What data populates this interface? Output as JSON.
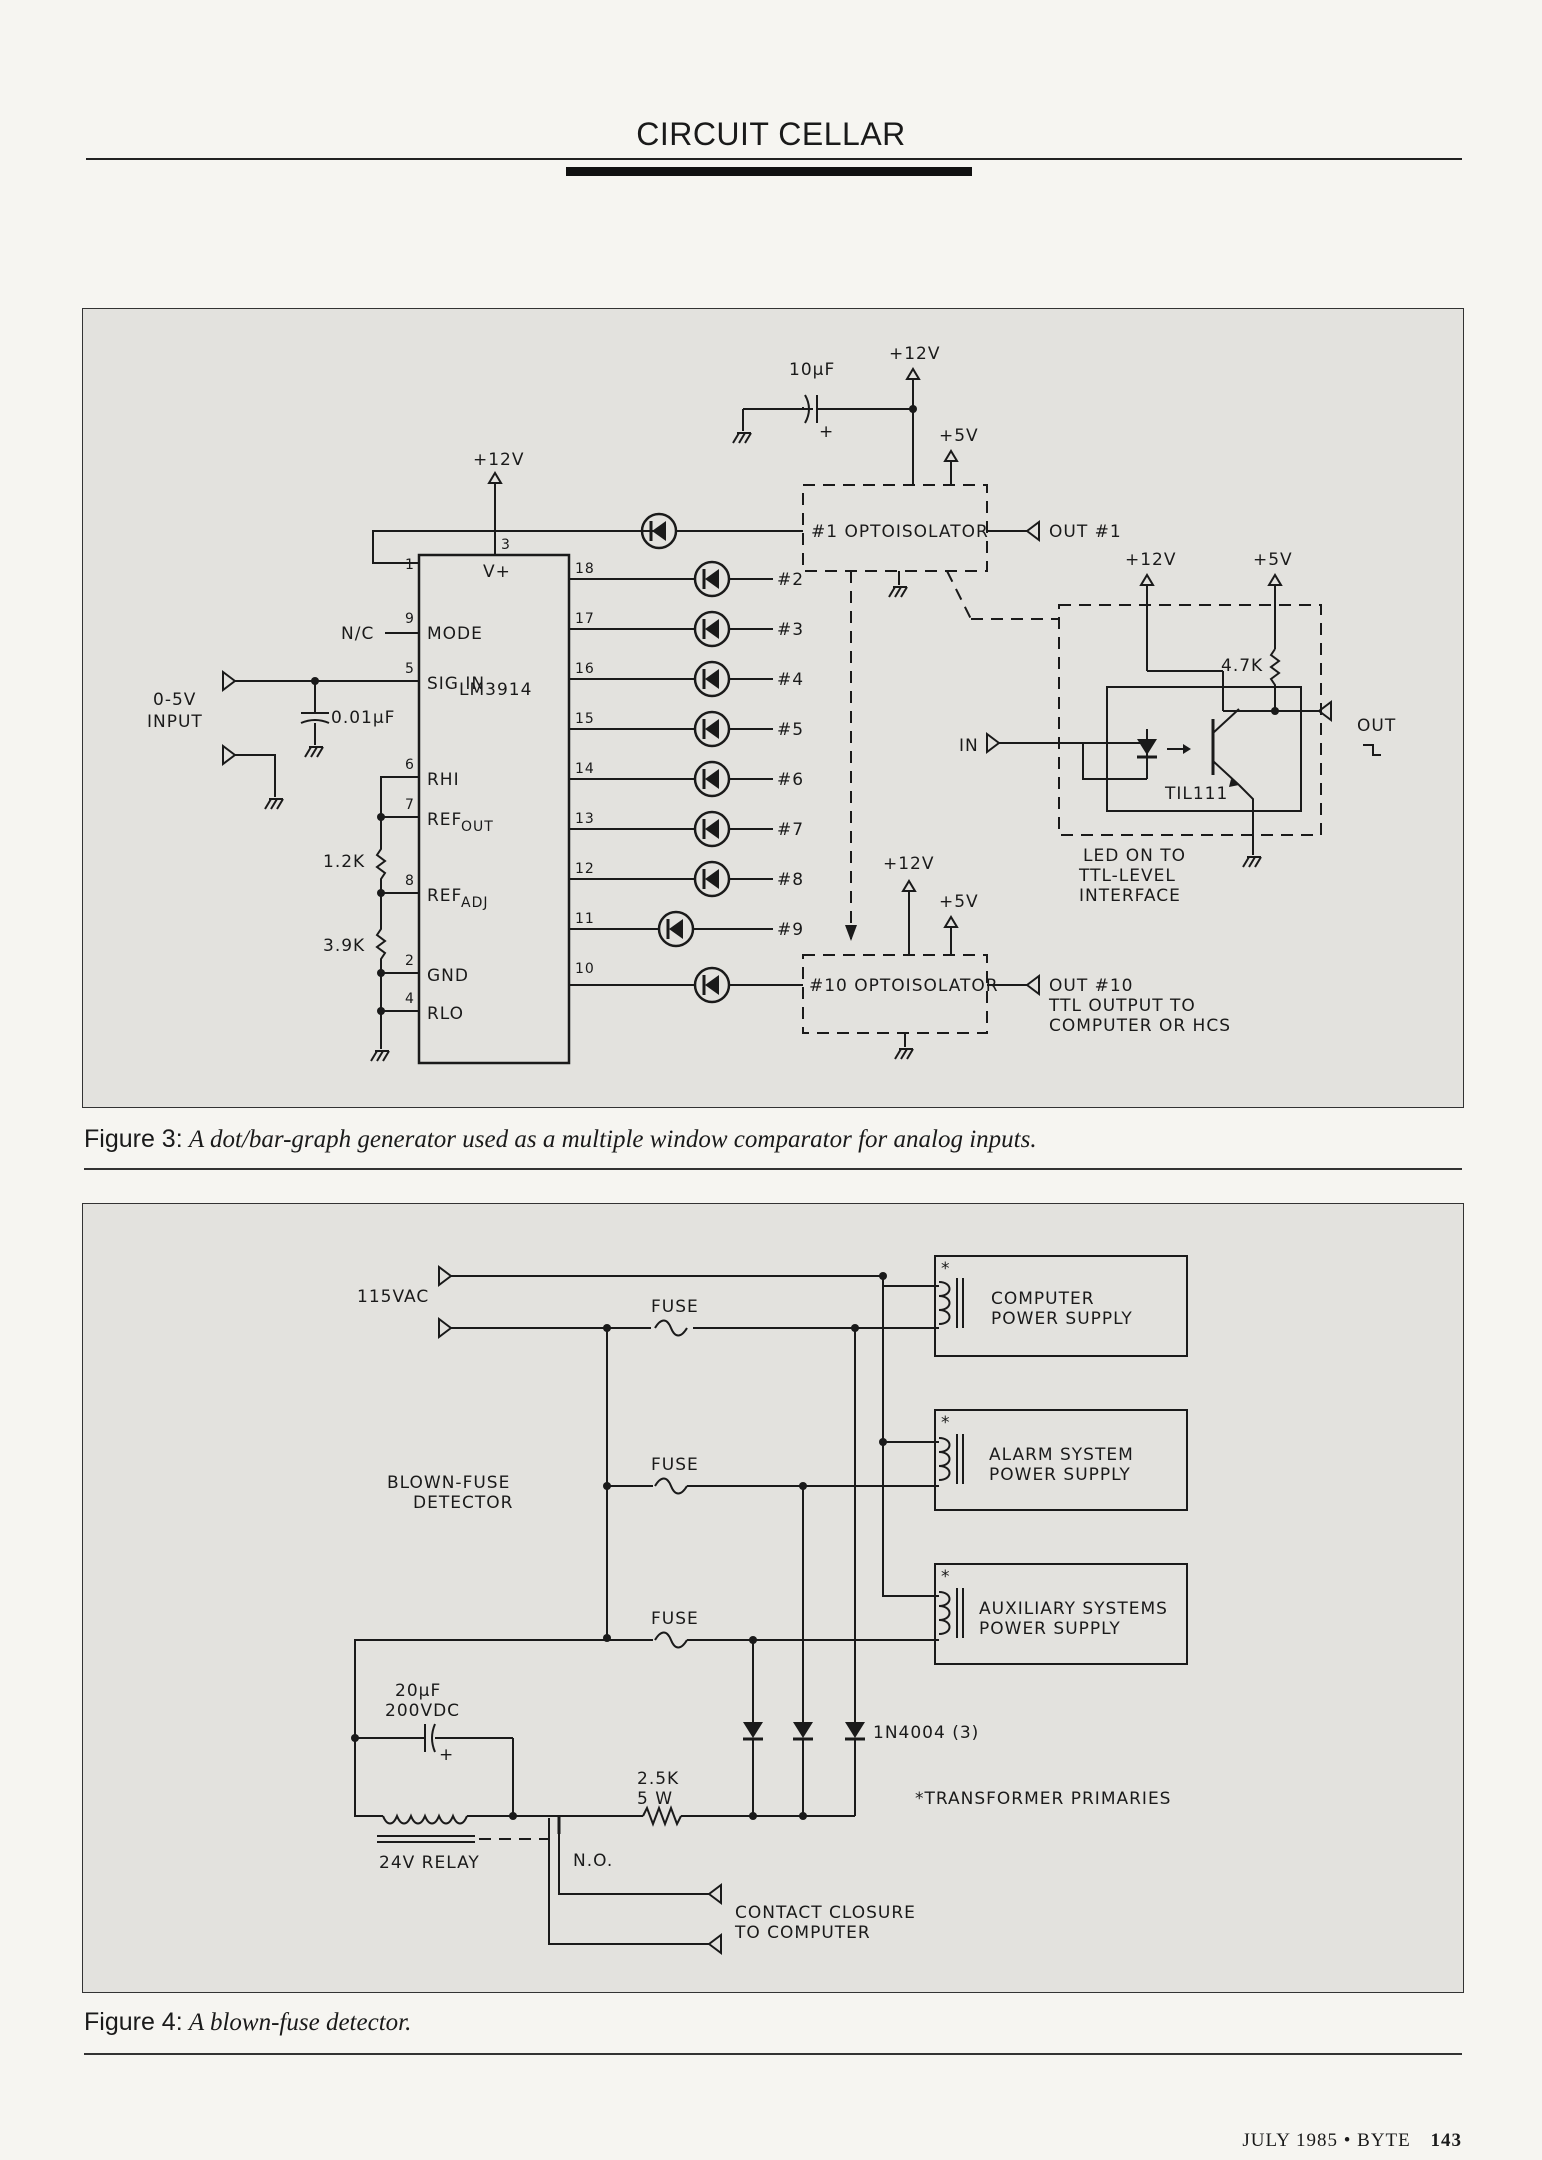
{
  "header": {
    "title": "CIRCUIT CELLAR"
  },
  "figure3": {
    "caption_label": "Figure 3:",
    "caption_text": "A dot/bar-graph generator used as a multiple window comparator for analog inputs.",
    "labels": {
      "v12_top": "+12V",
      "cap10": "10µF",
      "plus": "+",
      "v5_top": "+5V",
      "v12_ic": "+12V",
      "opto1": "#1 OPTOISOLATOR",
      "out1": "OUT #1",
      "nc": "N/C",
      "input": "0-5V",
      "input2": "INPUT",
      "cap001": "0.01µF",
      "r12": "1.2K",
      "r39": "3.9K",
      "ic_name": "LM3914",
      "pin_v": "V+",
      "pin_mode": "MODE",
      "pin_sig": "SIG IN",
      "pin_rhi": "RHI",
      "pin_refout": "REF",
      "pin_refout_sub": "OUT",
      "pin_refadj": "REF",
      "pin_refadj_sub": "ADJ",
      "pin_gnd": "GND",
      "pin_rlo": "RLO",
      "v12_b": "+12V",
      "v5_b": "+5V",
      "opto10": "#10 OPTOISOLATOR",
      "out10": "OUT #10",
      "out10_b": "TTL OUTPUT TO",
      "out10_c": "COMPUTER OR HCS",
      "v12_r": "+12V",
      "v5_r": "+5V",
      "r47": "4.7K",
      "in": "IN",
      "out": "OUT",
      "til": "TIL111",
      "led_a": "LED ON TO",
      "led_b": "TTL-LEVEL",
      "led_c": "INTERFACE"
    },
    "pins": [
      "1",
      "9",
      "5",
      "6",
      "7",
      "8",
      "2",
      "4",
      "3"
    ],
    "out_pins": [
      "18",
      "17",
      "16",
      "15",
      "14",
      "13",
      "12",
      "11",
      "10"
    ],
    "led_labels": [
      "#2",
      "#3",
      "#4",
      "#5",
      "#6",
      "#7",
      "#8",
      "#9"
    ]
  },
  "figure4": {
    "caption_label": "Figure 4:",
    "caption_text": "A blown-fuse detector.",
    "labels": {
      "vac": "115VAC",
      "fuse1": "FUSE",
      "fuse2": "FUSE",
      "fuse3": "FUSE",
      "bfd_a": "BLOWN-FUSE",
      "bfd_b": "DETECTOR",
      "ps1_a": "COMPUTER",
      "ps1_b": "POWER SUPPLY",
      "ps2_a": "ALARM SYSTEM",
      "ps2_b": "POWER SUPPLY",
      "ps3_a": "AUXILIARY SYSTEMS",
      "ps3_b": "POWER SUPPLY",
      "star": "*",
      "cap_a": "20µF",
      "cap_b": "200VDC",
      "plus": "+",
      "diode": "1N4004 (3)",
      "tp": "*TRANSFORMER PRIMARIES",
      "res_a": "2.5K",
      "res_b": "5 W",
      "relay": "24V RELAY",
      "no": "N.O.",
      "cc_a": "CONTACT CLOSURE",
      "cc_b": "TO COMPUTER"
    }
  },
  "footer": {
    "date": "JULY 1985 • BYTE",
    "page": "143"
  }
}
